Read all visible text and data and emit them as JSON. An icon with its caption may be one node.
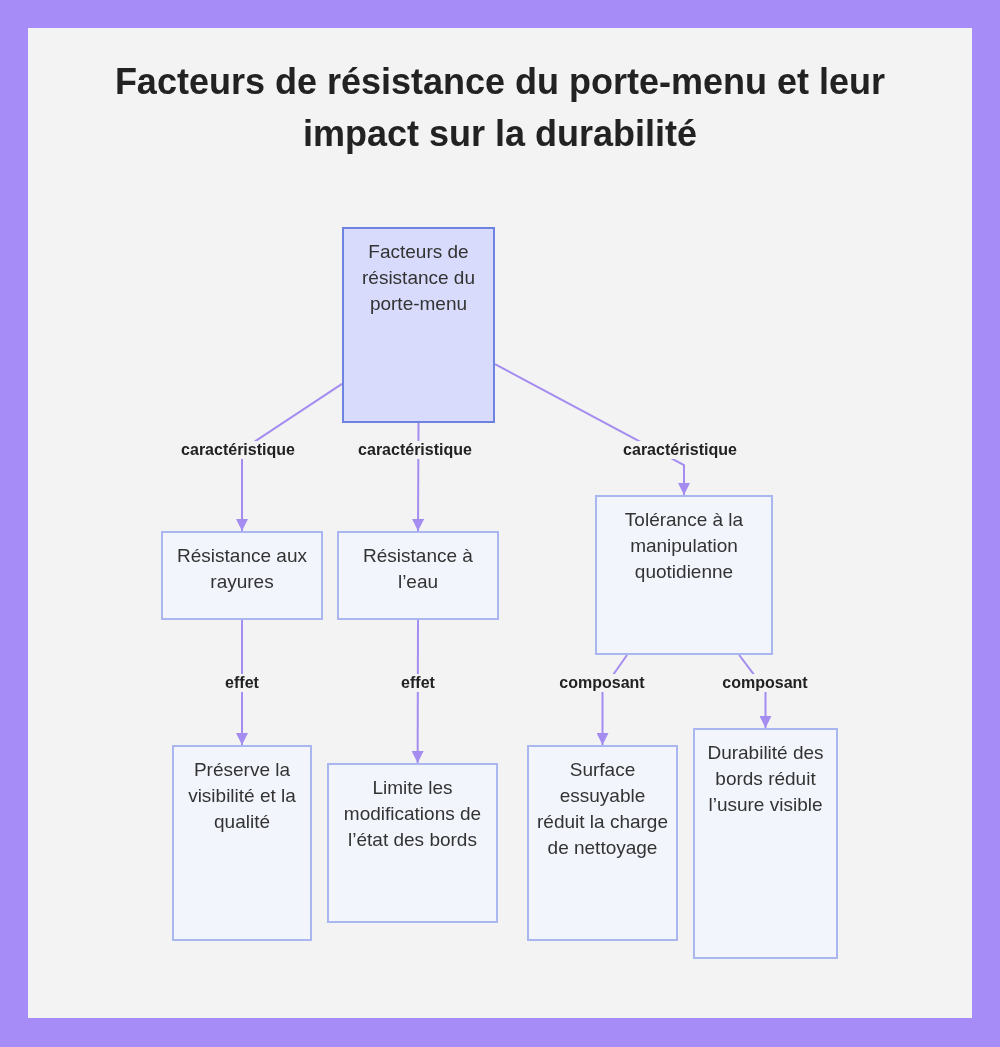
{
  "diagram": {
    "title": "Facteurs de résistance du porte-menu et leur impact sur la durabilité",
    "nodes": [
      {
        "text": [
          "Facteurs de résistance du porte-menu"
        ]
      },
      {
        "text": [
          "Résistance aux rayures"
        ]
      },
      {
        "text": [
          "Résistance à l’eau"
        ]
      },
      {
        "text": [
          "Tolérance à la manipulation quotidienne"
        ]
      },
      {
        "text": [
          "Préserve la visibilité et la qualité"
        ]
      },
      {
        "text": [
          "Limite les modifications de l’état des bords"
        ]
      },
      {
        "text": [
          "Surface essuyable réduit la charge de nettoyage"
        ]
      },
      {
        "text": [
          "Durabilité des bords réduit l’usure visible"
        ]
      }
    ],
    "edges": [
      {
        "from": 0,
        "to": 1,
        "arrow": "to",
        "label": "caractéristique"
      },
      {
        "from": 0,
        "to": 2,
        "arrow": "to",
        "label": "caractéristique"
      },
      {
        "from": 0,
        "to": 3,
        "arrow": "to",
        "label": "caractéristique"
      },
      {
        "from": 1,
        "to": 4,
        "arrow": "to",
        "label": "effet"
      },
      {
        "from": 2,
        "to": 5,
        "arrow": "to",
        "label": "effet"
      },
      {
        "from": 3,
        "to": 6,
        "arrow": "to",
        "label": "composant"
      },
      {
        "from": 3,
        "to": 7,
        "arrow": "to",
        "label": "composant"
      }
    ]
  }
}
